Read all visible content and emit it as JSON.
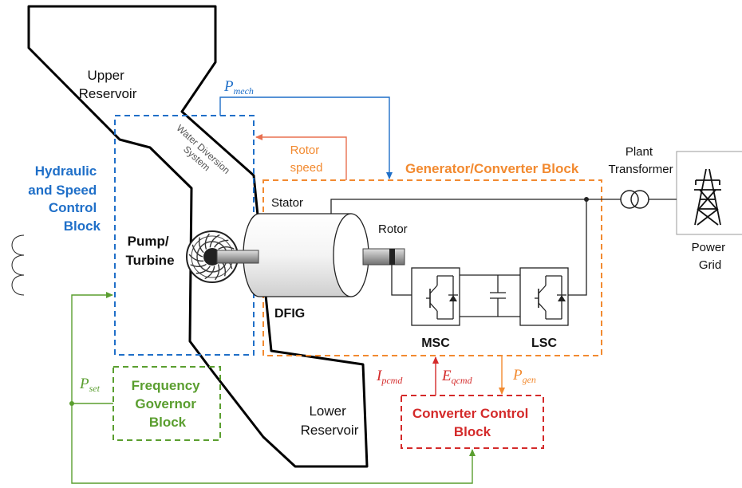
{
  "labels": {
    "upper_reservoir": [
      "Upper",
      "Reservoir"
    ],
    "lower_reservoir": [
      "Lower",
      "Reservoir"
    ],
    "water_diversion": [
      "Water Diversion",
      "System"
    ],
    "hydraulic_block": [
      "Hydraulic",
      "and Speed",
      "Control",
      "Block"
    ],
    "pump_turbine": [
      "Pump/",
      "Turbine"
    ],
    "frequency_governor": [
      "Frequency",
      "Governor",
      "Block"
    ],
    "generator_block": "Generator/Converter Block",
    "converter_control": [
      "Converter Control",
      "Block"
    ],
    "stator": "Stator",
    "rotor": "Rotor",
    "dfig": "DFIG",
    "msc": "MSC",
    "lsc": "LSC",
    "rotor_speed": [
      "Rotor",
      "speed"
    ],
    "plant_transformer": [
      "Plant",
      "Transformer"
    ],
    "power_grid": [
      "Power",
      "Grid"
    ]
  },
  "signals": {
    "p_mech": {
      "main": "P",
      "sub": "mech"
    },
    "p_set": {
      "main": "P",
      "sub": "set"
    },
    "p_gen": {
      "main": "P",
      "sub": "gen"
    },
    "i_pcmd": {
      "main": "I",
      "sub": "pcmd"
    },
    "e_qcmd": {
      "main": "E",
      "sub": "qcmd"
    }
  },
  "colors": {
    "blue": "#1f6fc8",
    "orange": "#f28a30",
    "green": "#5a9e2f",
    "red": "#d42a2a",
    "black": "#000000"
  }
}
